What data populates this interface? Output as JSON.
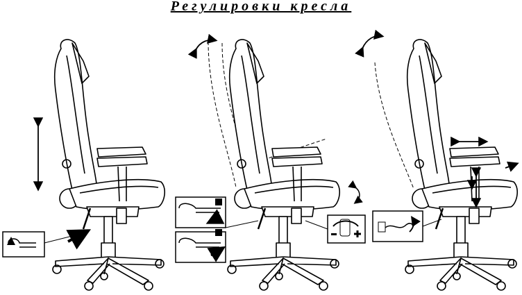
{
  "title": "Регулировки кресла",
  "panels": [
    {
      "name": "seat-height-adjustment",
      "icons": [
        "up-down-arrow-icon",
        "lever-lift-icon"
      ]
    },
    {
      "name": "backrest-tilt-adjustment",
      "icons": [
        "rotate-arrow-icon",
        "lever-unlock-icon",
        "lever-lock-icon",
        "tension-knob-icon"
      ]
    },
    {
      "name": "armrest-and-rocking-adjustment",
      "icons": [
        "rotate-arrow-icon",
        "horizontal-arrow-icon",
        "vertical-arrow-icon",
        "rocking-lock-icon"
      ]
    }
  ]
}
